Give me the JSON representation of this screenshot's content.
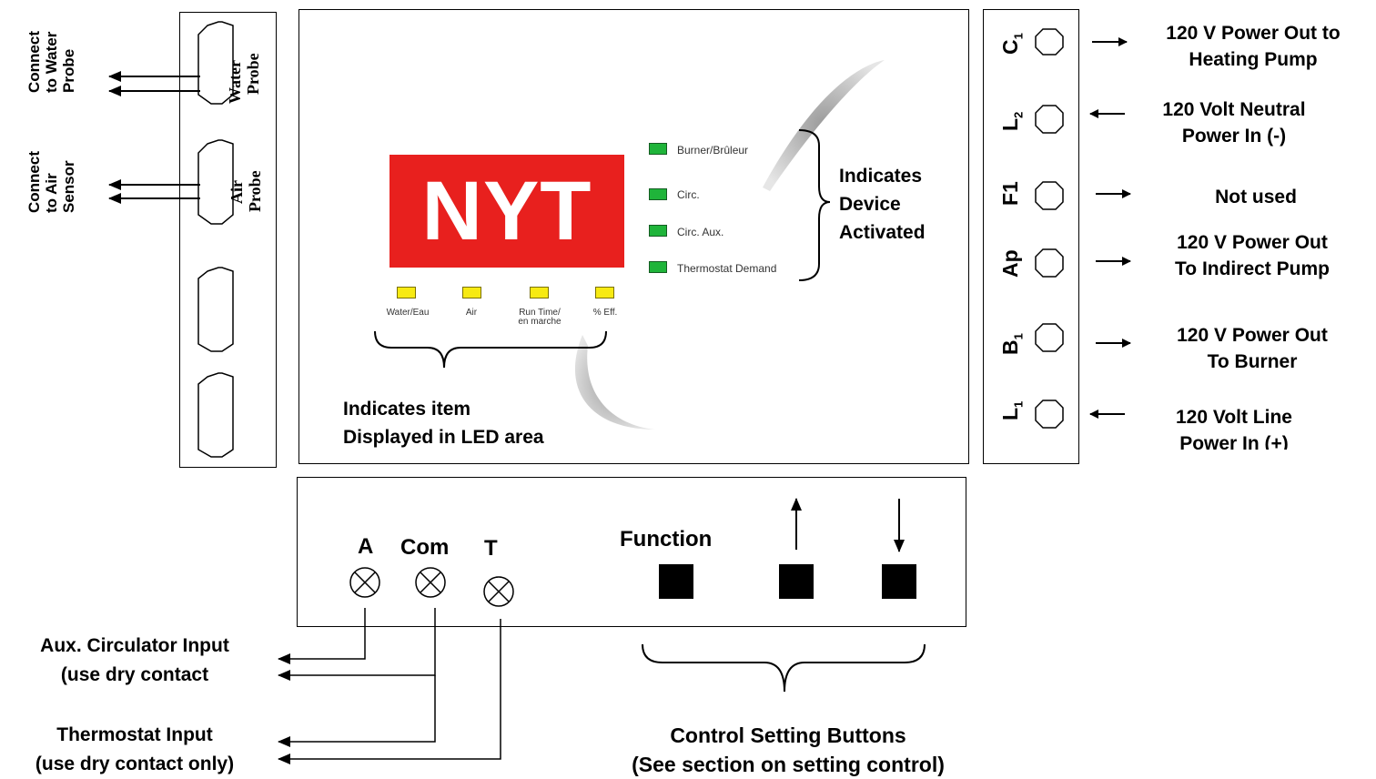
{
  "left_panel": {
    "water_probe_label": [
      "Water",
      "Probe"
    ],
    "air_probe_label": [
      "Air",
      "Probe"
    ],
    "water_connect": [
      "Connect",
      "to Water",
      "Probe"
    ],
    "air_connect": [
      "Connect",
      "to Air",
      "Sensor"
    ]
  },
  "display": {
    "readout": "NYT",
    "readout_bg": "#e8201e",
    "status_leds": [
      "Burner/Brûleur",
      "Circ.",
      "Circ. Aux.",
      "Thermostat Demand"
    ],
    "status_color": "#1fb43a",
    "item_leds": [
      "Water/Eau",
      "Air",
      "Run Time/\nen marche",
      "% Eff."
    ],
    "item_color": "#f7ea12",
    "indicates_device": [
      "Indicates",
      "Device",
      "Activated"
    ],
    "indicates_item": [
      "Indicates item",
      "Displayed in LED area"
    ]
  },
  "right_panel": {
    "terminals": [
      {
        "name": "C",
        "sub": "1",
        "arrow": "out",
        "desc": [
          "120 V Power Out to",
          "Heating Pump"
        ]
      },
      {
        "name": "L",
        "sub": "2",
        "arrow": "in",
        "desc": [
          "120 Volt Neutral",
          "Power In (-)"
        ]
      },
      {
        "name": "F1",
        "sub": "",
        "arrow": "out",
        "desc": [
          "Not used"
        ]
      },
      {
        "name": "Ap",
        "sub": "",
        "arrow": "out",
        "desc": [
          "120 V Power Out",
          "To Indirect Pump"
        ]
      },
      {
        "name": "B",
        "sub": "1",
        "arrow": "out",
        "desc": [
          "120 V Power Out",
          "To Burner"
        ]
      },
      {
        "name": "L",
        "sub": "1",
        "arrow": "in",
        "desc": [
          "120 Volt Line",
          "Power In (+)"
        ]
      }
    ]
  },
  "bottom_panel": {
    "inputs": [
      "A",
      "Com",
      "T"
    ],
    "function_label": "Function",
    "aux_input": [
      "Aux. Circulator Input",
      "(use dry contact"
    ],
    "thermostat_input": [
      "Thermostat Input",
      "(use dry contact only)"
    ],
    "buttons_caption": [
      "Control Setting Buttons",
      "(See section on setting control)"
    ]
  }
}
